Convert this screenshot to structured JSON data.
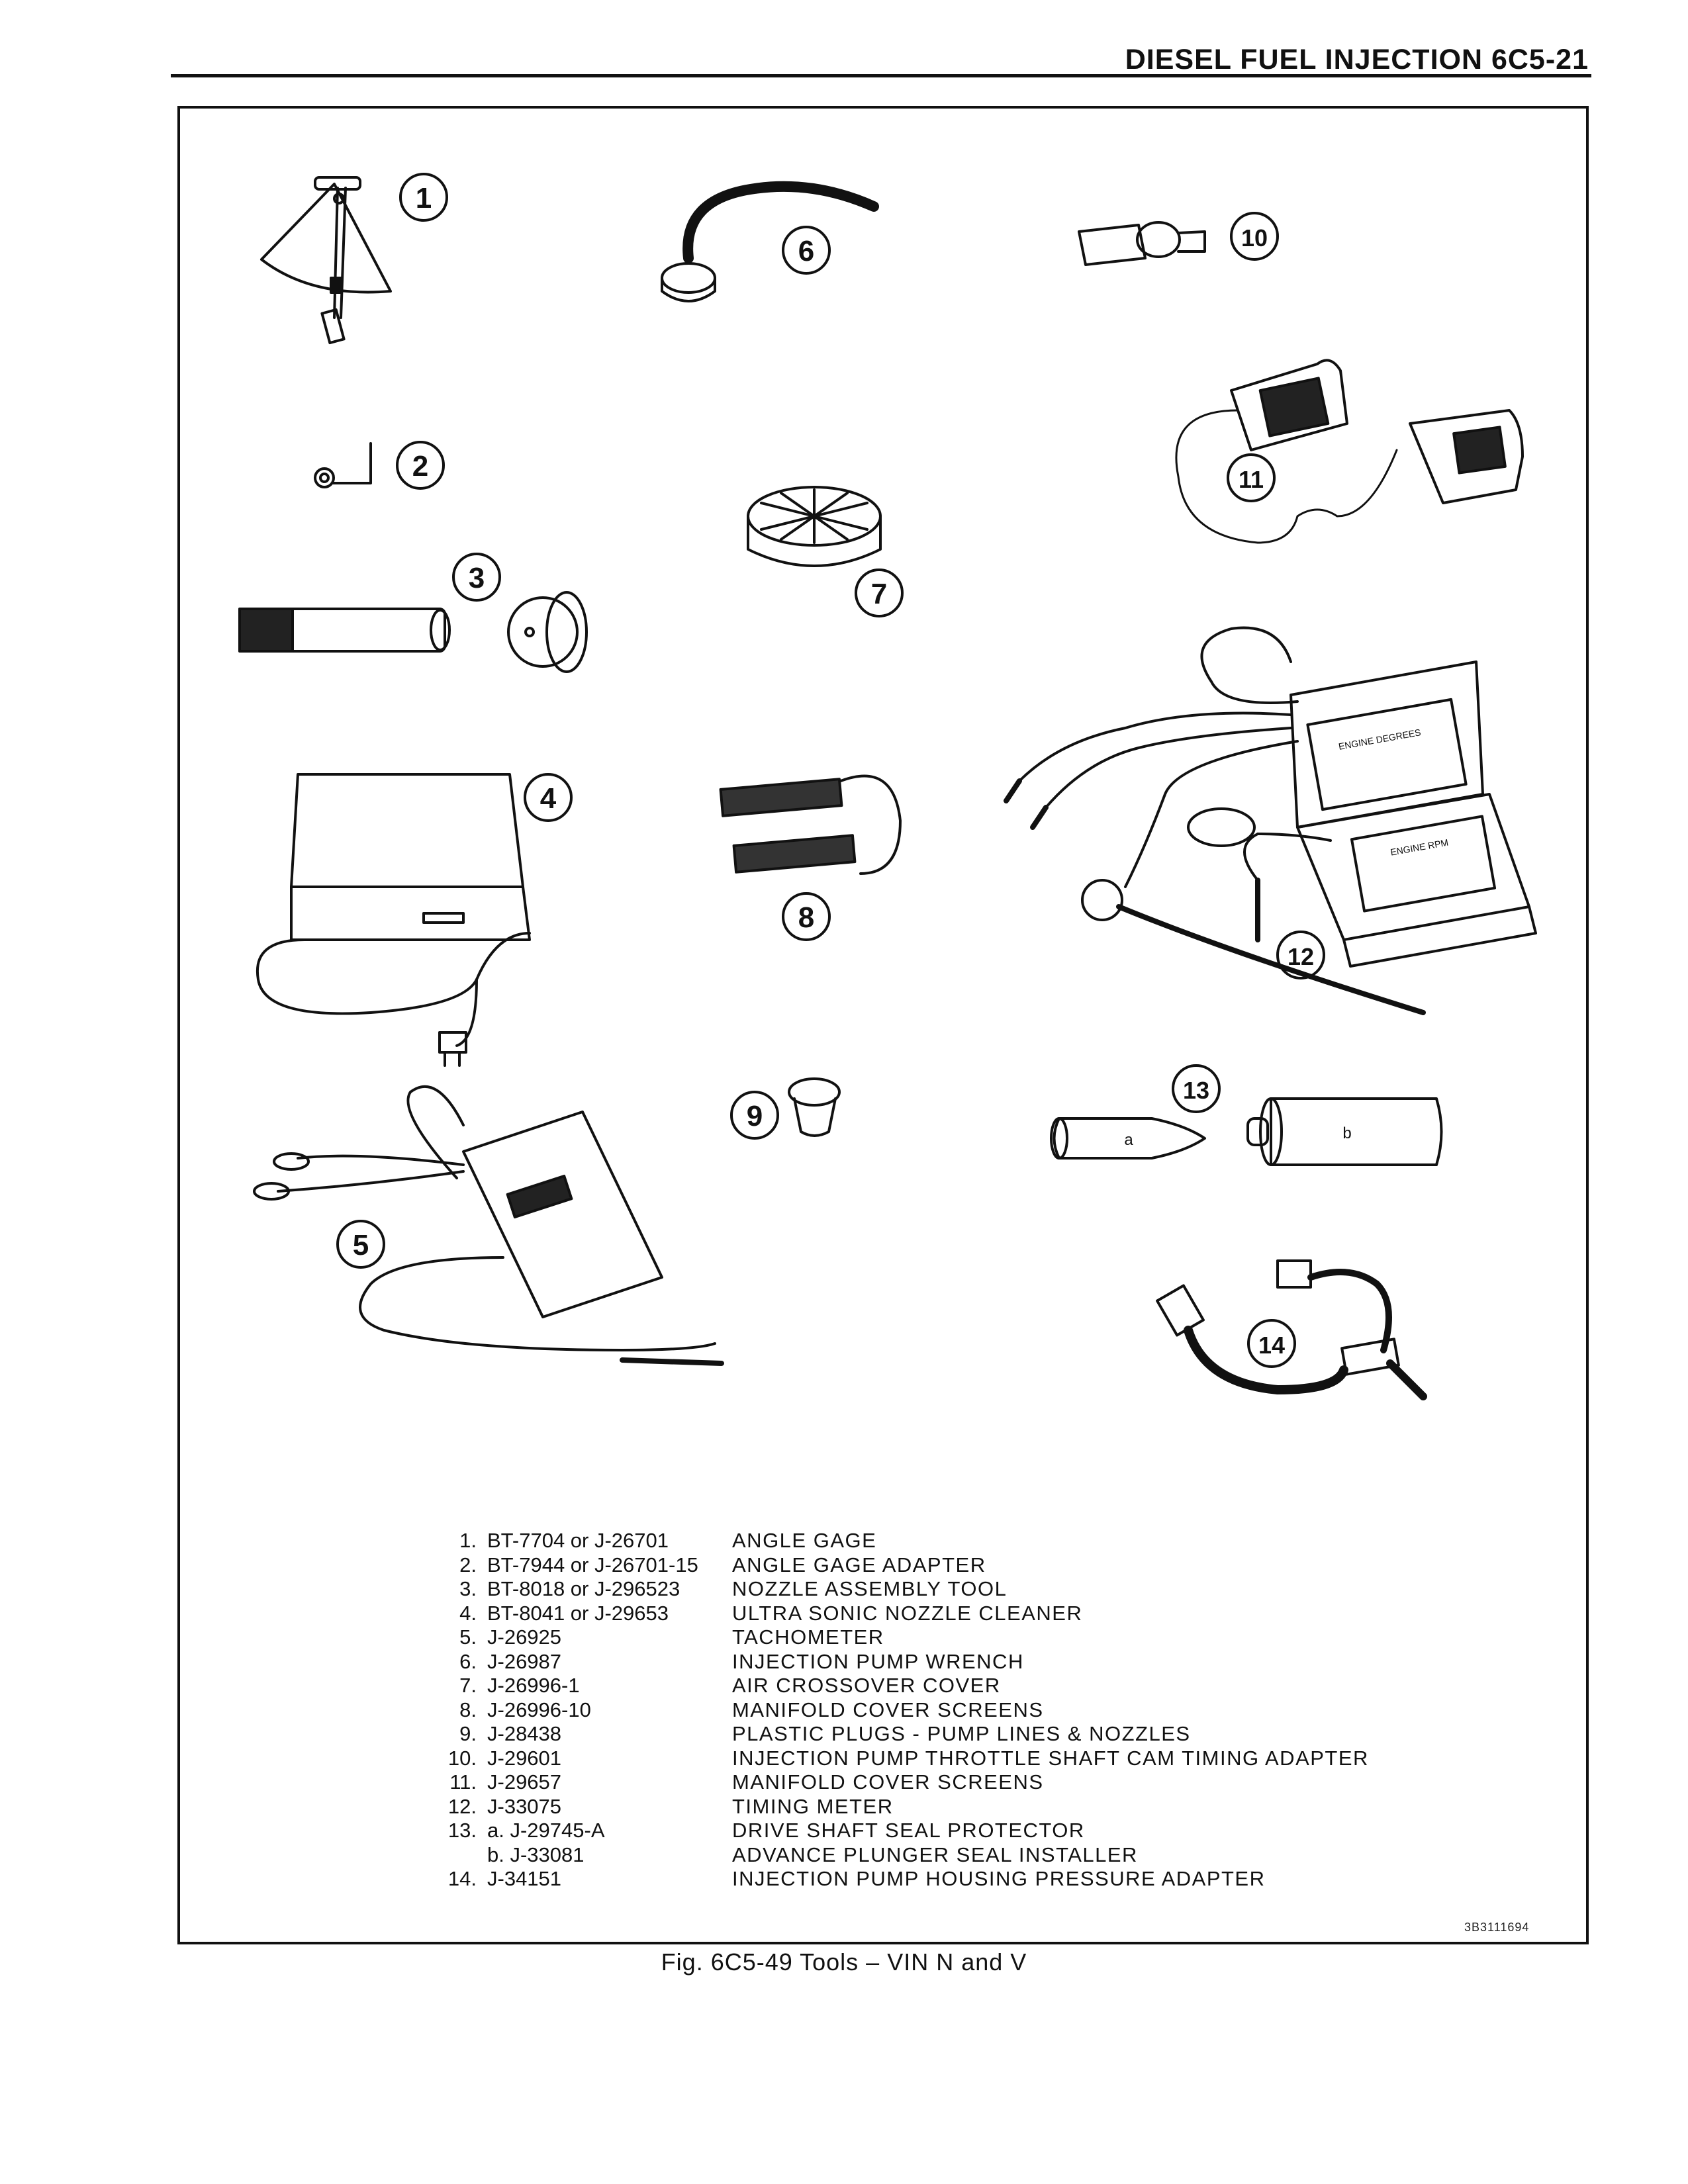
{
  "header": {
    "title": "DIESEL FUEL INJECTION  6C5-21"
  },
  "callouts": [
    "1",
    "2",
    "3",
    "4",
    "5",
    "6",
    "7",
    "8",
    "9",
    "10",
    "11",
    "12",
    "13",
    "14"
  ],
  "tool13_labels": {
    "a": "a",
    "b": "b"
  },
  "meter_labels": {
    "engine_degrees": "ENGINE DEGREES",
    "engine_rpm": "ENGINE RPM"
  },
  "legend": [
    {
      "num": "1.",
      "part": "BT-7704 or J-26701",
      "desc": "ANGLE GAGE"
    },
    {
      "num": "2.",
      "part": "BT-7944 or J-26701-15",
      "desc": "ANGLE GAGE ADAPTER"
    },
    {
      "num": "3.",
      "part": "BT-8018 or J-296523",
      "desc": "NOZZLE ASSEMBLY TOOL"
    },
    {
      "num": "4.",
      "part": "BT-8041 or J-29653",
      "desc": "ULTRA SONIC NOZZLE CLEANER"
    },
    {
      "num": "5.",
      "part": "J-26925",
      "desc": "TACHOMETER"
    },
    {
      "num": "6.",
      "part": "J-26987",
      "desc": "INJECTION PUMP WRENCH"
    },
    {
      "num": "7.",
      "part": "J-26996-1",
      "desc": "AIR CROSSOVER COVER"
    },
    {
      "num": "8.",
      "part": "J-26996-10",
      "desc": "MANIFOLD COVER SCREENS"
    },
    {
      "num": "9.",
      "part": "J-28438",
      "desc": "PLASTIC PLUGS - PUMP LINES & NOZZLES"
    },
    {
      "num": "10.",
      "part": "J-29601",
      "desc": "INJECTION PUMP THROTTLE SHAFT CAM TIMING ADAPTER"
    },
    {
      "num": "11.",
      "part": "J-29657",
      "desc": "MANIFOLD COVER SCREENS"
    },
    {
      "num": "12.",
      "part": "J-33075",
      "desc": "TIMING METER"
    },
    {
      "num": "13.",
      "part": "a. J-29745-A",
      "desc": "DRIVE SHAFT SEAL PROTECTOR"
    },
    {
      "num": "",
      "part": "b. J-33081",
      "desc": "ADVANCE PLUNGER SEAL INSTALLER"
    },
    {
      "num": "14.",
      "part": "J-34151",
      "desc": "INJECTION PUMP HOUSING PRESSURE ADAPTER"
    }
  ],
  "figure_code": "3B3111694",
  "caption": "Fig. 6C5-49 Tools – VIN N and V"
}
